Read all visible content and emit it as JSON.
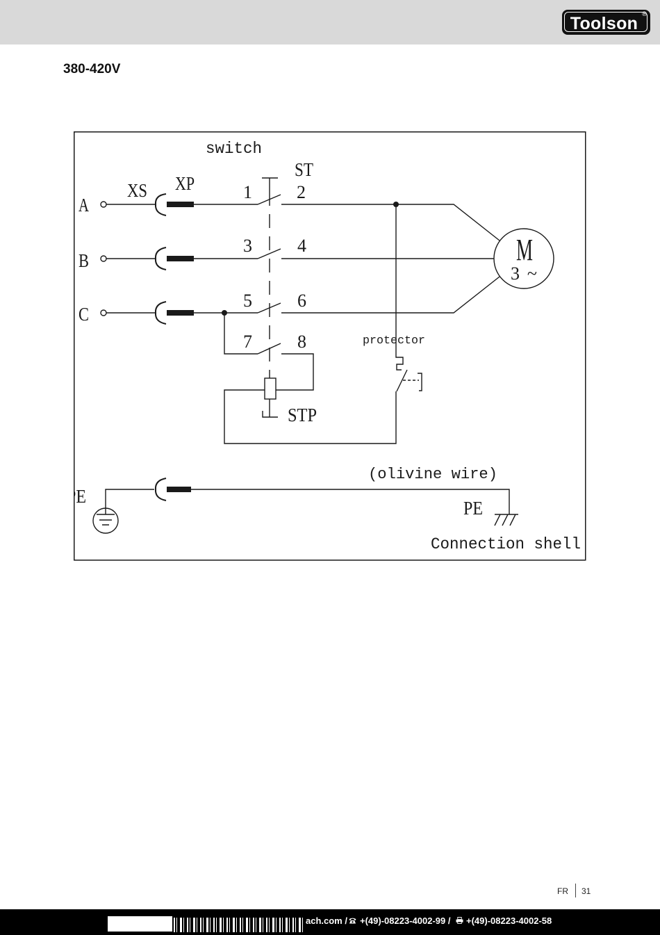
{
  "header": {
    "brand": "Toolson",
    "brand_mark": "®"
  },
  "title": "380-420V",
  "diagram": {
    "switch_label": "switch",
    "switch_id": "ST",
    "socket_label": "XS",
    "plug_label": "XP",
    "phases": [
      "A",
      "B",
      "C"
    ],
    "contacts": [
      "1",
      "2",
      "3",
      "4",
      "5",
      "6",
      "7",
      "8"
    ],
    "motor_label": "M",
    "motor_phase": "3~",
    "protector_label": "protector",
    "stp_label": "STP",
    "olivine_wire_label": "(olivine wire)",
    "pe_left_label": "PE",
    "pe_right_label": "PE",
    "connection_shell_label": "Connection shell"
  },
  "page_marker": {
    "language": "FR",
    "number": "31"
  },
  "footer": {
    "email_fragment": "ach.com /",
    "phone_icon": "phone-icon",
    "phone": "+(49)-08223-4002-99 /",
    "fax_icon": "fax-icon",
    "fax": "+(49)-08223-4002-58"
  },
  "colors": {
    "header_background": "#d9d9d9",
    "footer_background": "#000000",
    "logo_background": "#111111",
    "ink": "#1a1a1a"
  }
}
